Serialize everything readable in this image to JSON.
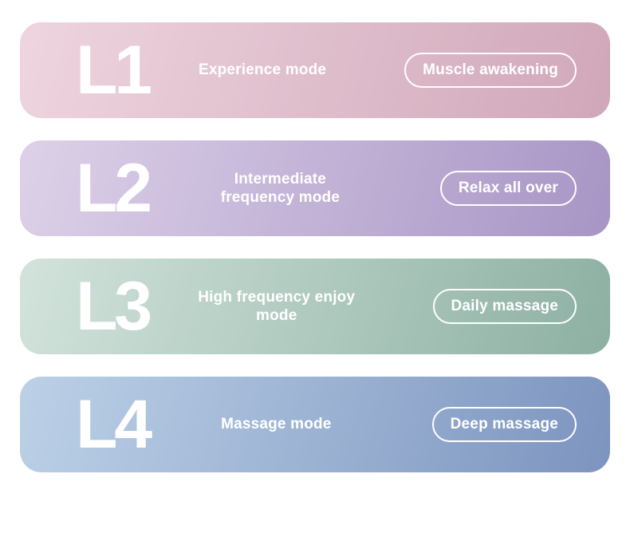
{
  "page": {
    "background": "#ffffff",
    "text_color": "#ffffff"
  },
  "cards": [
    {
      "level": "L1",
      "mode": "Experience mode",
      "badge": "Muscle awakening",
      "gradient_start": "#eed5df",
      "gradient_end": "#d0a7b9"
    },
    {
      "level": "L2",
      "mode": "Intermediate\nfrequency mode",
      "badge": "Relax all over",
      "gradient_start": "#ddd1e8",
      "gradient_end": "#a795c5"
    },
    {
      "level": "L3",
      "mode": "High frequency enjoy\nmode",
      "badge": "Daily massage",
      "gradient_start": "#d2e3db",
      "gradient_end": "#8db0a3"
    },
    {
      "level": "L4",
      "mode": "Massage mode",
      "badge": "Deep massage",
      "gradient_start": "#bcd1e7",
      "gradient_end": "#7c94bf"
    }
  ]
}
